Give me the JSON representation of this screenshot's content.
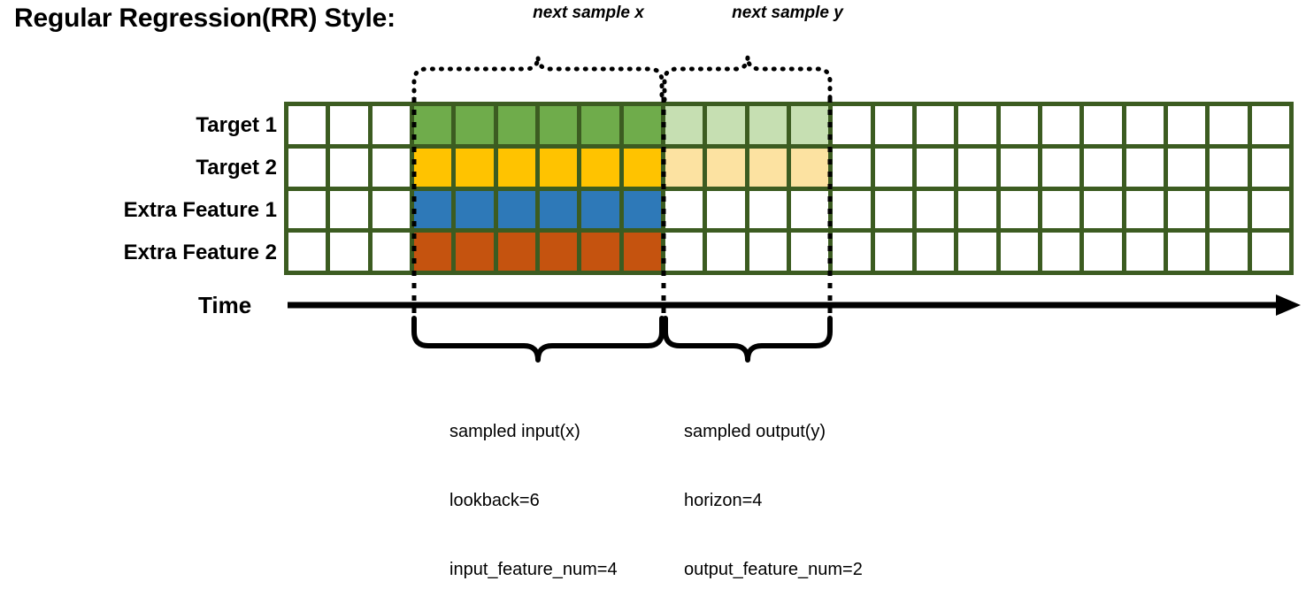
{
  "title": "Regular Regression(RR) Style:",
  "top_annotations": {
    "input_brace_label": "next sample x",
    "output_brace_label": "next sample y"
  },
  "rows": [
    {
      "label": "Target 1",
      "kind": "target",
      "color": "#6fac4b",
      "light_color": "#c6dfb2"
    },
    {
      "label": "Target 2",
      "kind": "target",
      "color": "#ffc300",
      "light_color": "#fce2a1"
    },
    {
      "label": "Extra Feature 1",
      "kind": "feature",
      "color": "#2e79b8",
      "light_color": "#ffffff"
    },
    {
      "label": "Extra Feature 2",
      "kind": "feature",
      "color": "#c5530f",
      "light_color": "#ffffff"
    }
  ],
  "grid": {
    "total_columns": 24,
    "leading_blank_columns": 3,
    "input_columns": 6,
    "output_columns": 4,
    "trailing_blank_columns": 11,
    "grid_line_color": "#3c5c21",
    "empty_cell_color": "#ffffff"
  },
  "axis": {
    "label": "Time",
    "direction": "right"
  },
  "captions": {
    "input": {
      "line1": "sampled input(x)",
      "line2": "lookback=6",
      "line3": "input_feature_num=4"
    },
    "output": {
      "line1": "sampled output(y)",
      "line2": "horizon=4",
      "line3": "output_feature_num=2"
    }
  },
  "colors": {
    "grid_line": "#3c5c21",
    "target1": "#6fac4b",
    "target1_light": "#c6dfb2",
    "target2": "#ffc300",
    "target2_light": "#fce2a1",
    "feature1": "#2e79b8",
    "feature2": "#c5530f",
    "stroke": "#000000"
  }
}
